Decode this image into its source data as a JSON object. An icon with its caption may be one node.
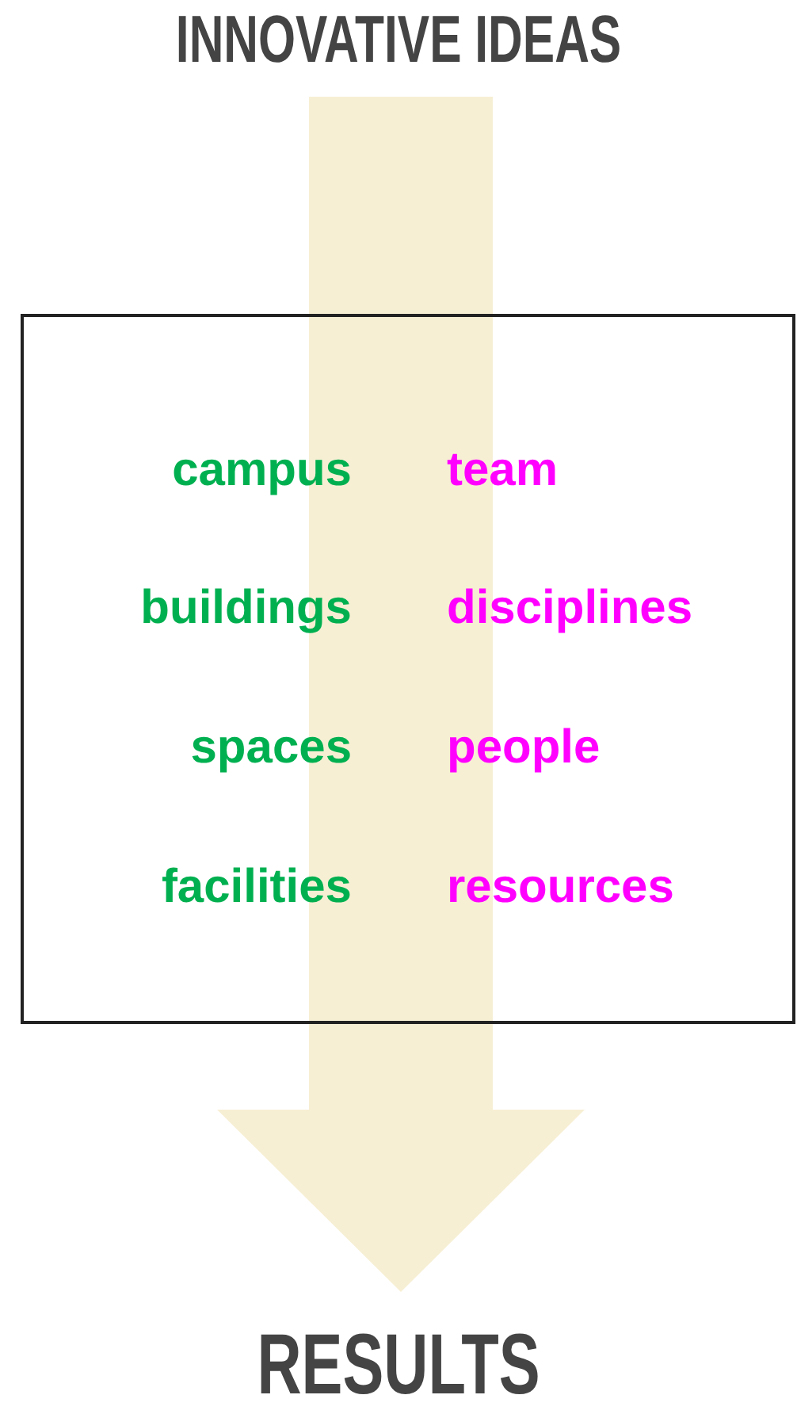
{
  "diagram": {
    "nodes": [
      {
        "text": [
          "INNOVATIVE IDEAS"
        ]
      },
      {
        "text": [
          "campus",
          "buildings",
          "spaces",
          "facilities",
          "team",
          "disciplines",
          "people",
          "resources"
        ]
      },
      {
        "text": [
          "RESULTS"
        ]
      }
    ],
    "edges": [
      {
        "from": 0,
        "to": 1,
        "arrow": "none"
      },
      {
        "from": 1,
        "to": 2,
        "arrow": "to"
      }
    ]
  }
}
